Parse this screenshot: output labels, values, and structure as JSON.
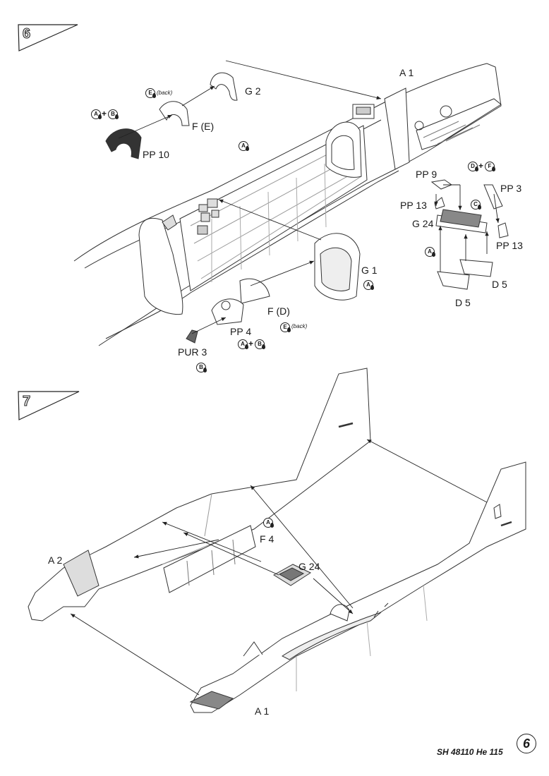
{
  "steps": [
    {
      "number": "6"
    },
    {
      "number": "7"
    }
  ],
  "step6": {
    "labels": {
      "a1": "A 1",
      "g2": "G 2",
      "fe": "F (E)",
      "pp10": "PP 10",
      "pp9": "PP 9",
      "pp3": "PP 3",
      "pp13a": "PP 13",
      "pp13b": "PP 13",
      "g24": "G 24",
      "d5a": "D 5",
      "d5b": "D 5",
      "g1": "G 1",
      "fd": "F (D)",
      "pp4": "PP 4",
      "pur3": "PUR 3"
    },
    "notes": {
      "back1": "(back)",
      "back2": "(back)"
    },
    "paint": {
      "a": "A",
      "b": "B",
      "c": "C",
      "d": "D",
      "e": "E",
      "f": "F",
      "plus": "+"
    }
  },
  "step7": {
    "labels": {
      "a2": "A 2",
      "f4": "F 4",
      "g24": "G 24",
      "a1": "A 1"
    }
  },
  "footer": {
    "code": "SH 48110 He 115",
    "page": "6"
  }
}
